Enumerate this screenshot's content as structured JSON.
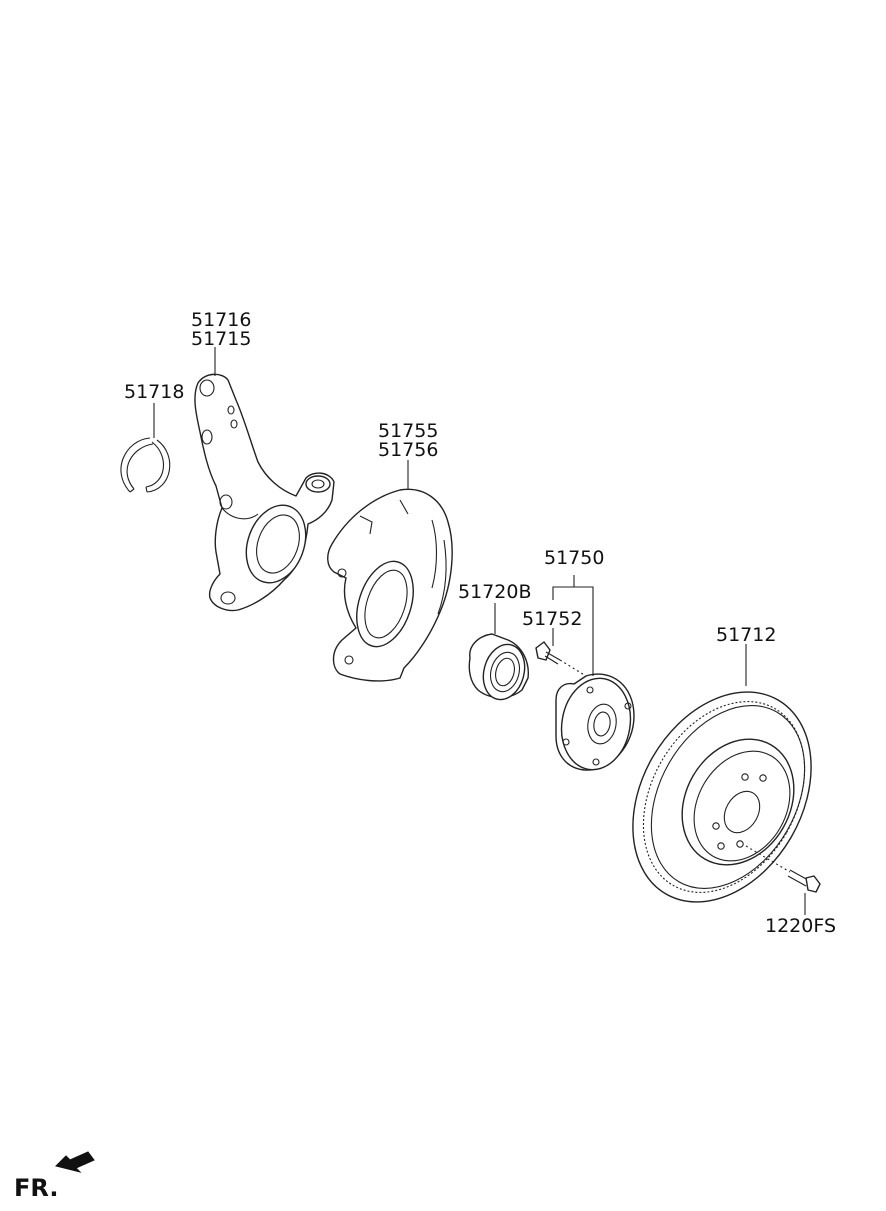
{
  "diagram": {
    "callouts": {
      "knuckle_a": "51716",
      "knuckle_b": "51715",
      "snap_ring": "51718",
      "dust_cover_a": "51755",
      "dust_cover_b": "51756",
      "bearing": "51720B",
      "hub_assembly": "51750",
      "hub_bolt": "51752",
      "brake_disc": "51712",
      "disc_screw": "1220FS"
    },
    "direction_marker": "FR.",
    "colors": {
      "line": "#222222",
      "background": "#ffffff"
    }
  }
}
